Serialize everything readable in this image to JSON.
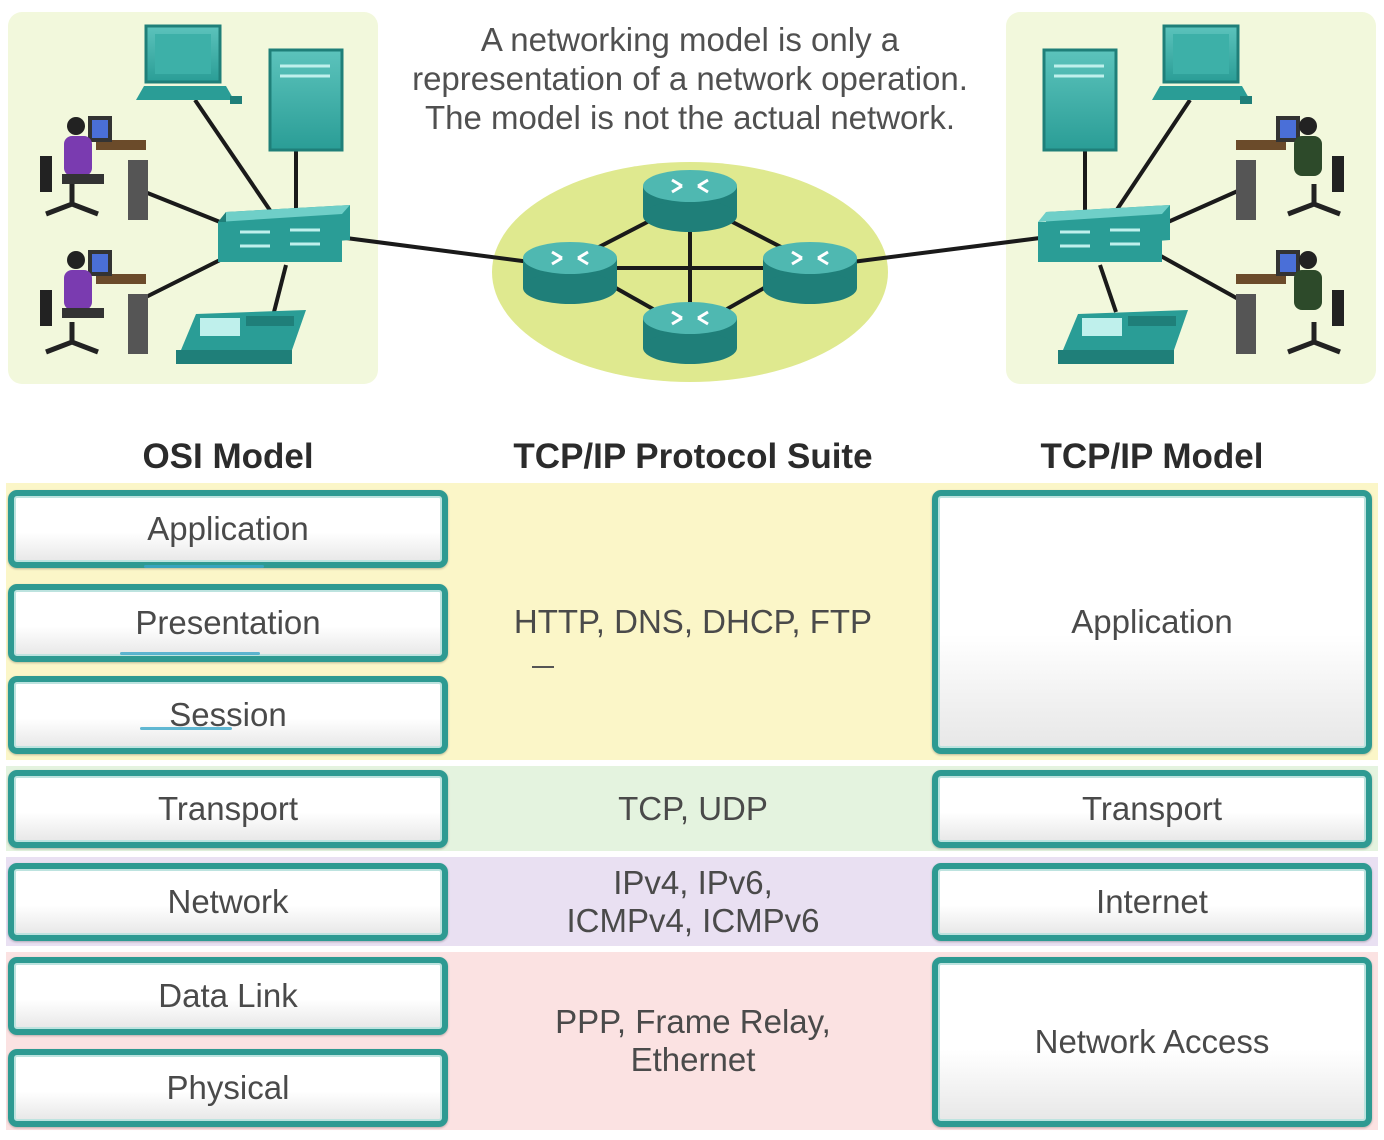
{
  "caption": {
    "line1": "A networking model is only a",
    "line2": "representation of a network operation.",
    "line3": "The model is not the actual network."
  },
  "headers": {
    "osi": "OSI Model",
    "suite": "TCP/IP Protocol  Suite",
    "tcpip": "TCP/IP Model"
  },
  "osi_layers": [
    "Application",
    "Presentation",
    "Session",
    "Transport",
    "Network",
    "Data Link",
    "Physical"
  ],
  "protocol_suite": {
    "application": "HTTP, DNS, DHCP, FTP",
    "transport": "TCP, UDP",
    "network_line1": "IPv4, IPv6,",
    "network_line2": "ICMPv4, ICMPv6",
    "link_line1": "PPP, Frame Relay,",
    "link_line2": "Ethernet"
  },
  "tcpip_layers": [
    "Application",
    "Transport",
    "Internet",
    "Network Access"
  ],
  "colors": {
    "device_teal": "#2a9d96",
    "layer_border": "#2e9a92",
    "application_band": "#fbf6c8",
    "transport_band": "#e4f3df",
    "network_band": "#e9e0f2",
    "link_band": "#fbe2e2",
    "router_cloud": "#dfe98f",
    "lan_background": "#f2f8dc"
  }
}
